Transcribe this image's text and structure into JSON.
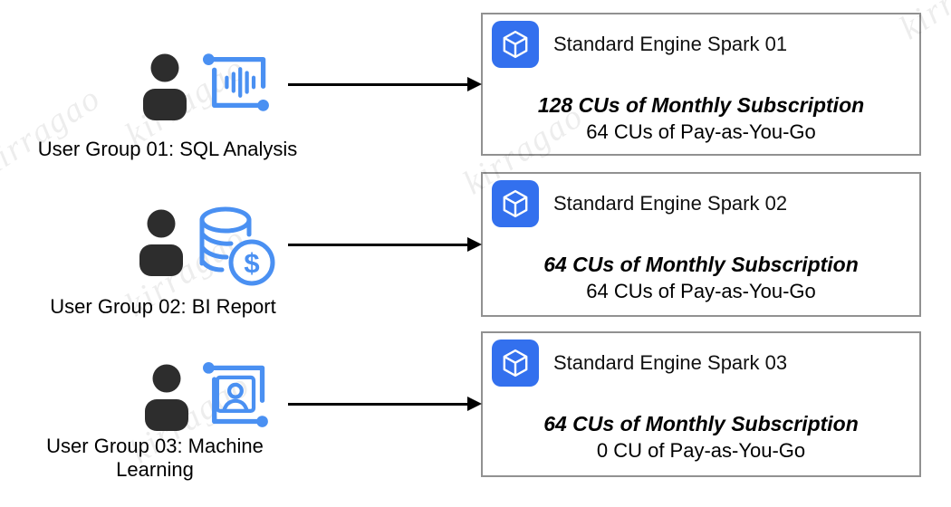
{
  "watermark": {
    "text": "kirragao"
  },
  "groups": [
    {
      "label": "User Group 01: SQL Analysis",
      "icon": "audio-analysis-icon"
    },
    {
      "label": "User Group 02: BI Report",
      "icon": "database-dollar-icon"
    },
    {
      "label": "User Group 03: Machine Learning",
      "icon": "person-frame-icon"
    }
  ],
  "engines": [
    {
      "title": "Standard Engine Spark 01",
      "subscription": "128 CUs of Monthly Subscription",
      "payg": "64 CUs of Pay-as-You-Go"
    },
    {
      "title": "Standard Engine Spark 02",
      "subscription": "64 CUs of Monthly Subscription",
      "payg": "64 CUs of Pay-as-You-Go"
    },
    {
      "title": "Standard Engine Spark 03",
      "subscription": "64 CUs of Monthly Subscription",
      "payg": "0 CU of Pay-as-You-Go"
    }
  ],
  "colors": {
    "icon_blue": "#4a90f2",
    "badge_blue": "#3370ee",
    "person_dark": "#2d2d2d",
    "box_border": "#919191",
    "arrow_black": "#000000"
  }
}
